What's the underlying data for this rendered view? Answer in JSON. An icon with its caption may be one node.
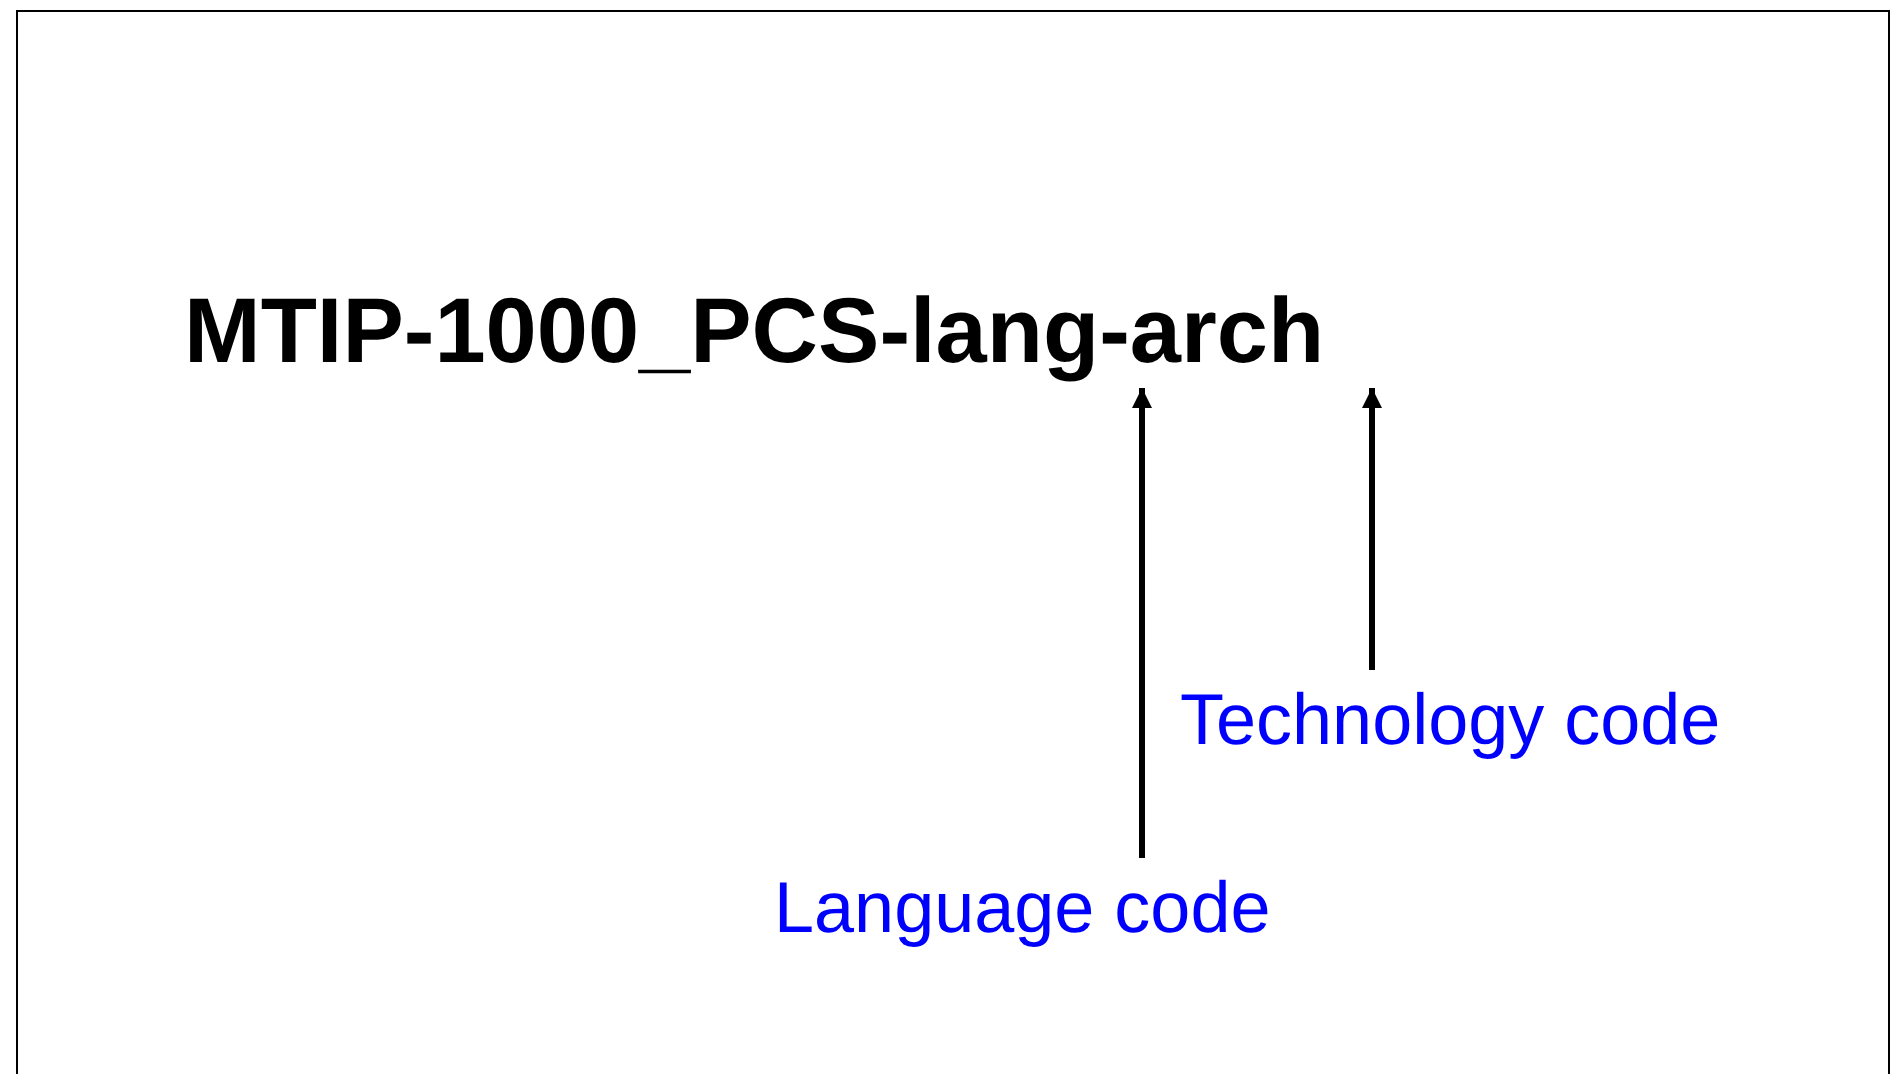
{
  "diagram": {
    "nodes": [
      {
        "text": [
          "MTIP-1000_PCS-lang-arch"
        ]
      },
      {
        "text": [
          "Technology code"
        ]
      },
      {
        "text": [
          "Language code"
        ]
      }
    ],
    "edges": [
      {
        "from": 2,
        "to": 0,
        "arrow": "to"
      },
      {
        "from": 1,
        "to": 0,
        "arrow": "to"
      }
    ]
  }
}
